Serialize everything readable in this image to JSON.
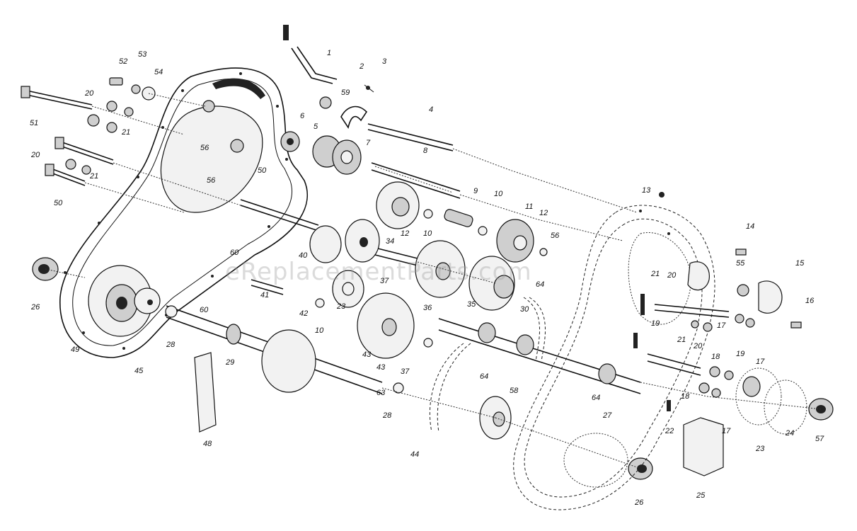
{
  "watermark": "eReplacementParts.com",
  "callouts": [
    "1",
    "2",
    "3",
    "4",
    "5",
    "6",
    "7",
    "8",
    "9",
    "10",
    "10",
    "10",
    "11",
    "12",
    "12",
    "13",
    "14",
    "15",
    "16",
    "17",
    "17",
    "17",
    "18",
    "18",
    "19",
    "19",
    "20",
    "20",
    "20",
    "20",
    "21",
    "21",
    "21",
    "21",
    "22",
    "23",
    "23",
    "24",
    "25",
    "26",
    "26",
    "27",
    "28",
    "28",
    "29",
    "30",
    "34",
    "35",
    "36",
    "37",
    "37",
    "40",
    "41",
    "42",
    "43",
    "43",
    "44",
    "45",
    "48",
    "49",
    "50",
    "50",
    "51",
    "52",
    "53",
    "54",
    "55",
    "56",
    "56",
    "56",
    "57",
    "58",
    "59",
    "60",
    "60",
    "63",
    "64",
    "64",
    "64"
  ]
}
